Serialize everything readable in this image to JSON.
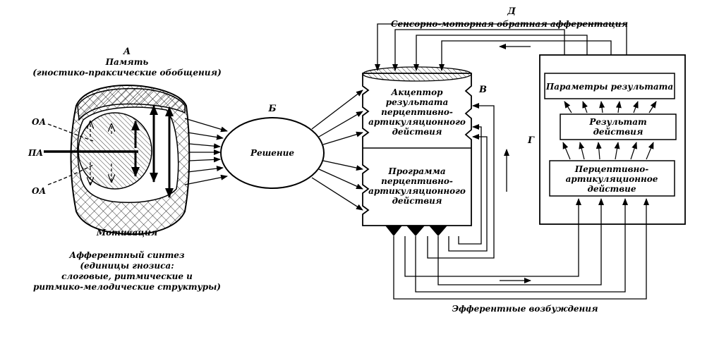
{
  "letters": {
    "a": "А",
    "b": "Б",
    "v": "В",
    "g": "Г",
    "d": "Д"
  },
  "left": {
    "memory_title": "Память",
    "memory_sub": "(гностико-праксические обобщения)",
    "oa_top": "ОА",
    "pa": "ПА",
    "oa_bottom": "ОА",
    "motivation": "Мотивация",
    "synthesis": [
      "Афферентный синтез",
      "(единицы гнозиса:",
      "слоговые, ритмические и",
      "ритмико-мелодические структуры)"
    ]
  },
  "decision": "Решение",
  "acceptor": [
    "Акцептор",
    "результата",
    "перцептивно-",
    "артикуляционного",
    "действия"
  ],
  "program": [
    "Программа",
    "перцептивно-",
    "артикуляционного",
    "действия"
  ],
  "feedback_label": "Сенсорно-моторная обратная афферентация",
  "right": {
    "params": "Параметры результата",
    "result": [
      "Результат",
      "действия"
    ],
    "action": [
      "Перцептивно-",
      "артикуляционное",
      "действие"
    ]
  },
  "efferent_label": "Эфферентные возбуждения"
}
